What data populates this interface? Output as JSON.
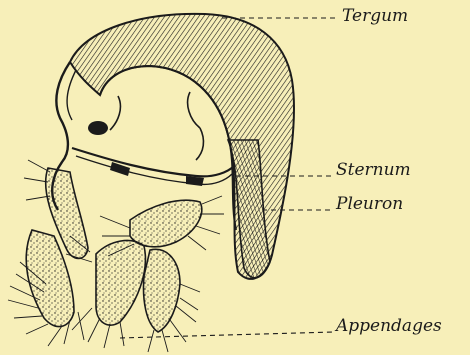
{
  "diagram": {
    "labels": {
      "tergum": "Tergum",
      "sternum": "Sternum",
      "pleuron": "Pleuron",
      "appendages": "Appendages"
    },
    "colors": {
      "paper": "#f7efb9",
      "ink": "#1b1b1b"
    }
  }
}
